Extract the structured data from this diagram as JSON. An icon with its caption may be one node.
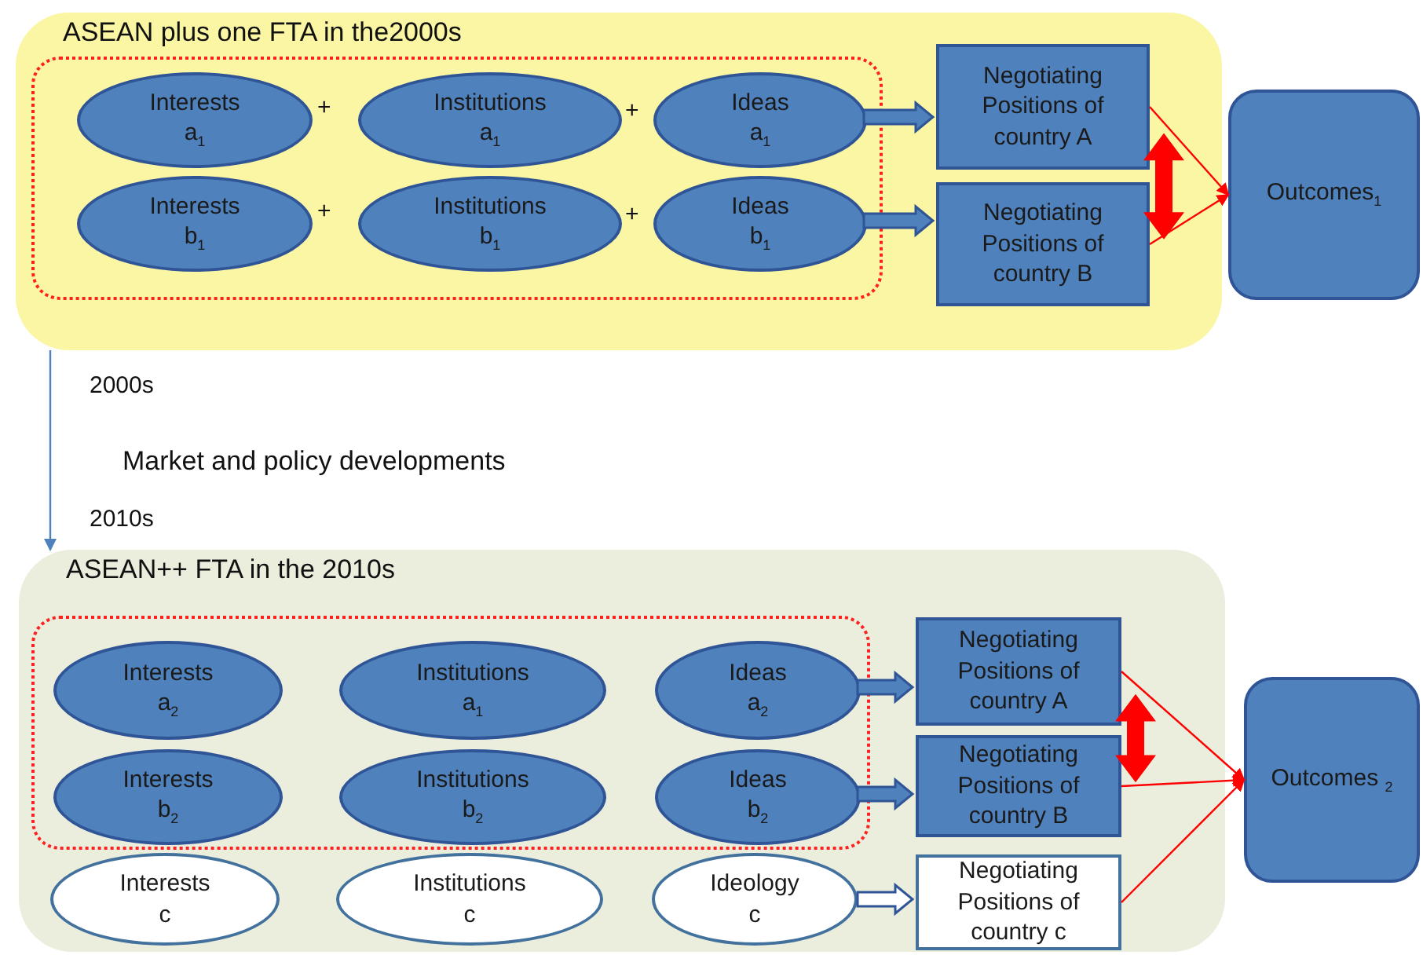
{
  "diagram": {
    "nodes": [
      {
        "text": [
          "ASEAN plus one FTA in the2000s"
        ]
      },
      {
        "text": [],
        "shape": "box",
        "in": 0
      },
      {
        "text": [
          "Interests a$_{1}$"
        ],
        "in": 1
      },
      {
        "text": [
          "Institutions a$_{1}$"
        ],
        "in": 1
      },
      {
        "text": [
          "Ideas a$_{1}$"
        ],
        "in": 1
      },
      {
        "text": [
          "Interests b$_{1}$"
        ],
        "in": 1
      },
      {
        "text": [
          "Institutions b$_{1}$"
        ],
        "in": 1
      },
      {
        "text": [
          "Ideas b$_{1}$"
        ],
        "in": 1
      },
      {
        "text": [
          "Negotiating Positions of country A"
        ],
        "in": 0
      },
      {
        "text": [
          "Negotiating Positions of country B"
        ],
        "in": 0
      },
      {
        "text": [
          "Outcomes$_{1}$"
        ]
      },
      {
        "text": [
          "ASEAN++ FTA in the 2010s"
        ]
      },
      {
        "text": [],
        "shape": "box",
        "in": 11
      },
      {
        "text": [
          "Interests a$_{2}$"
        ],
        "in": 12
      },
      {
        "text": [
          "Institutions a$_{1}$"
        ],
        "in": 12
      },
      {
        "text": [
          "Ideas a$_{2}$"
        ],
        "in": 12
      },
      {
        "text": [
          "Interests b$_{2}$"
        ],
        "in": 12
      },
      {
        "text": [
          "Institutions b$_{2}$"
        ],
        "in": 12
      },
      {
        "text": [
          "Ideas b$_{2}$"
        ],
        "in": 12
      },
      {
        "text": [
          "Interests c"
        ],
        "in": 11
      },
      {
        "text": [
          "Institutions c"
        ],
        "in": 11
      },
      {
        "text": [
          "Ideology c"
        ],
        "in": 11
      },
      {
        "text": [
          "Negotiating Positions of country A"
        ],
        "in": 11
      },
      {
        "text": [
          "Negotiating Positions of country B"
        ],
        "in": 11
      },
      {
        "text": [
          "Negotiating Positions of country c"
        ],
        "in": 11
      },
      {
        "text": [
          "Outcomes $_{2}$"
        ]
      }
    ],
    "edges": [
      {
        "from": 0,
        "to": 11,
        "arrow": "to",
        "color": "#4f81bd"
      },
      {
        "from": 4,
        "to": 8,
        "arrow": "to",
        "style": "thick",
        "color": "#4f81bd"
      },
      {
        "from": 7,
        "to": 9,
        "arrow": "to",
        "style": "thick",
        "color": "#4f81bd"
      },
      {
        "from": 8,
        "to": 9,
        "arrow": "both",
        "style": "thick"
      },
      {
        "from": 8,
        "to": 10,
        "arrow": "to"
      },
      {
        "from": 9,
        "to": 10,
        "arrow": "to"
      },
      {
        "from": 15,
        "to": 22,
        "arrow": "to",
        "style": "thick",
        "color": "#4f81bd"
      },
      {
        "from": 18,
        "to": 23,
        "arrow": "to",
        "style": "thick",
        "color": "#4f81bd"
      },
      {
        "from": 21,
        "to": 24,
        "arrow": "to",
        "style": "thick",
        "color": "#ffffff"
      },
      {
        "from": 22,
        "to": 23,
        "arrow": "both",
        "style": "thick"
      },
      {
        "from": 22,
        "to": 25,
        "arrow": "to"
      },
      {
        "from": 23,
        "to": 25,
        "arrow": "to"
      },
      {
        "from": 24,
        "to": 25,
        "arrow": "to"
      }
    ],
    "labels": [
      "+",
      "+",
      "+",
      "+",
      "2000s",
      "Market and policy developments",
      "2010s"
    ]
  }
}
